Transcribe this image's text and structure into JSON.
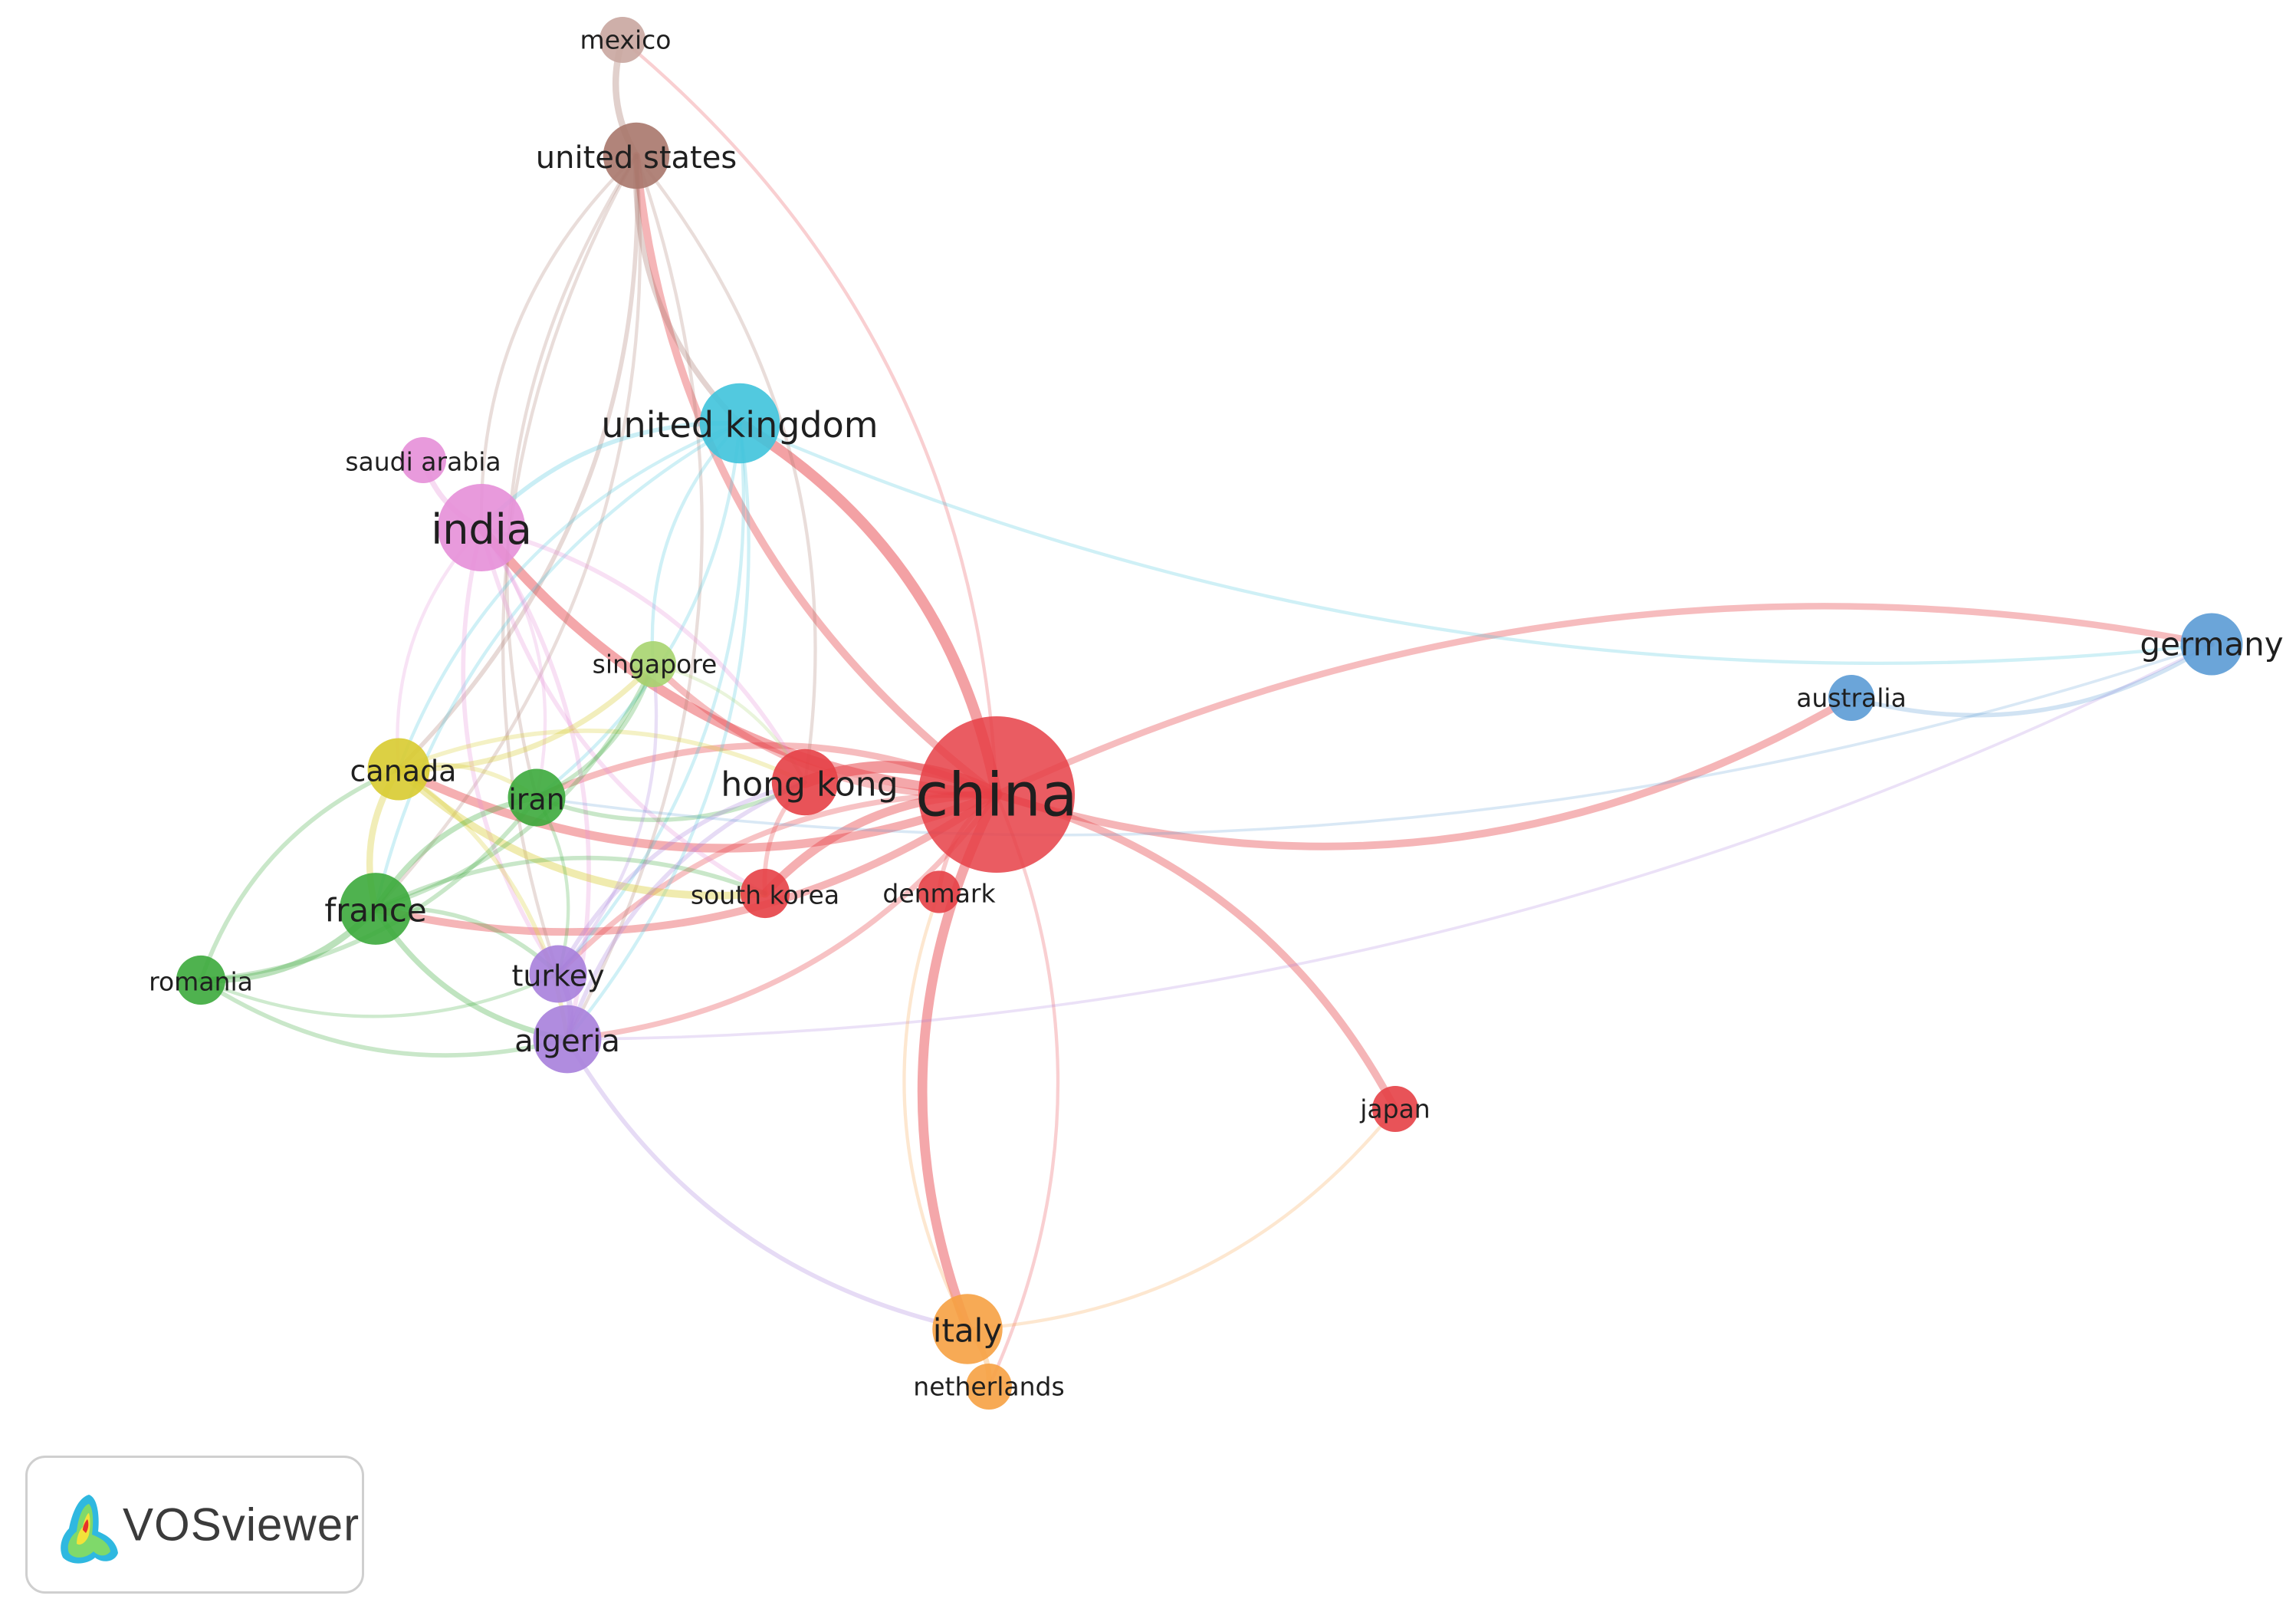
{
  "diagram": {
    "nodes": [
      {
        "id": "china",
        "label": "china",
        "color": "#e64046",
        "weight": 1.0,
        "font": 78
      },
      {
        "id": "india",
        "label": "india",
        "color": "#e58fd8",
        "weight": 0.25,
        "font": 54
      },
      {
        "id": "united_kingdom",
        "label": "united kingdom",
        "color": "#3fc3dc",
        "weight": 0.2,
        "font": 46
      },
      {
        "id": "united_states",
        "label": "united states",
        "color": "#a9776c",
        "weight": 0.12,
        "font": 40
      },
      {
        "id": "mexico",
        "label": "mexico",
        "color": "#c9a6a0",
        "weight": 0.04,
        "font": 33
      },
      {
        "id": "saudi_arabia",
        "label": "saudi arabia",
        "color": "#e58fd8",
        "weight": 0.04,
        "font": 33
      },
      {
        "id": "singapore",
        "label": "singapore",
        "color": "#a7d46f",
        "weight": 0.04,
        "font": 33
      },
      {
        "id": "canada",
        "label": "canada",
        "color": "#d8cb30",
        "weight": 0.1,
        "font": 38
      },
      {
        "id": "iran",
        "label": "iran",
        "color": "#3caa3c",
        "weight": 0.08,
        "font": 38
      },
      {
        "id": "hong_kong",
        "label": "hong kong",
        "color": "#e64046",
        "weight": 0.12,
        "font": 44
      },
      {
        "id": "south_korea",
        "label": "south korea",
        "color": "#e64046",
        "weight": 0.05,
        "font": 33
      },
      {
        "id": "denmark",
        "label": "denmark",
        "color": "#e64046",
        "weight": 0.03,
        "font": 33
      },
      {
        "id": "france",
        "label": "france",
        "color": "#3caa3c",
        "weight": 0.15,
        "font": 42
      },
      {
        "id": "romania",
        "label": "romania",
        "color": "#3caa3c",
        "weight": 0.05,
        "font": 33
      },
      {
        "id": "turkey",
        "label": "turkey",
        "color": "#a77fdb",
        "weight": 0.08,
        "font": 38
      },
      {
        "id": "algeria",
        "label": "algeria",
        "color": "#a77fdb",
        "weight": 0.13,
        "font": 40
      },
      {
        "id": "italy",
        "label": "italy",
        "color": "#f6a142",
        "weight": 0.14,
        "font": 42
      },
      {
        "id": "netherlands",
        "label": "netherlands",
        "color": "#f6a142",
        "weight": 0.04,
        "font": 33
      },
      {
        "id": "japan",
        "label": "japan",
        "color": "#e64046",
        "weight": 0.04,
        "font": 33
      },
      {
        "id": "australia",
        "label": "australia",
        "color": "#5b9bd5",
        "weight": 0.04,
        "font": 33
      },
      {
        "id": "germany",
        "label": "germany",
        "color": "#5b9bd5",
        "weight": 0.1,
        "font": 42
      }
    ],
    "links": [
      {
        "source": "china",
        "target": "united_states",
        "strength": 0.6
      },
      {
        "source": "china",
        "target": "united_kingdom",
        "strength": 0.9
      },
      {
        "source": "china",
        "target": "india",
        "strength": 0.8
      },
      {
        "source": "china",
        "target": "hong_kong",
        "strength": 1.0
      },
      {
        "source": "china",
        "target": "germany",
        "strength": 0.5
      },
      {
        "source": "china",
        "target": "australia",
        "strength": 0.6
      },
      {
        "source": "china",
        "target": "japan",
        "strength": 0.6
      },
      {
        "source": "china",
        "target": "italy",
        "strength": 0.8
      },
      {
        "source": "china",
        "target": "canada",
        "strength": 0.7
      },
      {
        "source": "china",
        "target": "iran",
        "strength": 0.5
      },
      {
        "source": "china",
        "target": "france",
        "strength": 0.6
      },
      {
        "source": "china",
        "target": "turkey",
        "strength": 0.4
      },
      {
        "source": "china",
        "target": "algeria",
        "strength": 0.4
      },
      {
        "source": "china",
        "target": "south_korea",
        "strength": 0.7
      },
      {
        "source": "china",
        "target": "singapore",
        "strength": 0.5
      },
      {
        "source": "china",
        "target": "denmark",
        "strength": 0.3
      },
      {
        "source": "china",
        "target": "netherlands",
        "strength": 0.2
      },
      {
        "source": "china",
        "target": "mexico",
        "strength": 0.2
      },
      {
        "source": "united_states",
        "target": "mexico",
        "strength": 0.5
      },
      {
        "source": "united_states",
        "target": "united_kingdom",
        "strength": 0.4
      },
      {
        "source": "united_states",
        "target": "canada",
        "strength": 0.3
      },
      {
        "source": "united_states",
        "target": "india",
        "strength": 0.2
      },
      {
        "source": "united_states",
        "target": "hong_kong",
        "strength": 0.2
      },
      {
        "source": "united_states",
        "target": "turkey",
        "strength": 0.2
      },
      {
        "source": "united_states",
        "target": "algeria",
        "strength": 0.2
      },
      {
        "source": "united_states",
        "target": "iran",
        "strength": 0.2
      },
      {
        "source": "united_states",
        "target": "france",
        "strength": 0.2
      },
      {
        "source": "united_kingdom",
        "target": "india",
        "strength": 0.3
      },
      {
        "source": "united_kingdom",
        "target": "iran",
        "strength": 0.2
      },
      {
        "source": "united_kingdom",
        "target": "france",
        "strength": 0.2
      },
      {
        "source": "united_kingdom",
        "target": "algeria",
        "strength": 0.2
      },
      {
        "source": "united_kingdom",
        "target": "canada",
        "strength": 0.2
      },
      {
        "source": "united_kingdom",
        "target": "turkey",
        "strength": 0.2
      },
      {
        "source": "united_kingdom",
        "target": "germany",
        "strength": 0.2
      },
      {
        "source": "india",
        "target": "saudi_arabia",
        "strength": 0.4
      },
      {
        "source": "india",
        "target": "turkey",
        "strength": 0.3
      },
      {
        "source": "india",
        "target": "algeria",
        "strength": 0.3
      },
      {
        "source": "india",
        "target": "canada",
        "strength": 0.2
      },
      {
        "source": "india",
        "target": "iran",
        "strength": 0.2
      },
      {
        "source": "india",
        "target": "south_korea",
        "strength": 0.3
      },
      {
        "source": "india",
        "target": "hong_kong",
        "strength": 0.3
      },
      {
        "source": "canada",
        "target": "france",
        "strength": 0.5
      },
      {
        "source": "canada",
        "target": "iran",
        "strength": 0.3
      },
      {
        "source": "canada",
        "target": "singapore",
        "strength": 0.4
      },
      {
        "source": "canada",
        "target": "algeria",
        "strength": 0.3
      },
      {
        "source": "canada",
        "target": "south_korea",
        "strength": 0.6
      },
      {
        "source": "canada",
        "target": "hong_kong",
        "strength": 0.3
      },
      {
        "source": "iran",
        "target": "france",
        "strength": 0.4
      },
      {
        "source": "iran",
        "target": "romania",
        "strength": 0.3
      },
      {
        "source": "iran",
        "target": "singapore",
        "strength": 0.3
      },
      {
        "source": "iran",
        "target": "turkey",
        "strength": 0.2
      },
      {
        "source": "iran",
        "target": "hong_kong",
        "strength": 0.3
      },
      {
        "source": "france",
        "target": "romania",
        "strength": 0.5
      },
      {
        "source": "france",
        "target": "algeria",
        "strength": 0.4
      },
      {
        "source": "france",
        "target": "turkey",
        "strength": 0.3
      },
      {
        "source": "france",
        "target": "singapore",
        "strength": 0.3
      },
      {
        "source": "france",
        "target": "south_korea",
        "strength": 0.3
      },
      {
        "source": "romania",
        "target": "algeria",
        "strength": 0.3
      },
      {
        "source": "romania",
        "target": "canada",
        "strength": 0.3
      },
      {
        "source": "romania",
        "target": "turkey",
        "strength": 0.2
      },
      {
        "source": "turkey",
        "target": "algeria",
        "strength": 0.4
      },
      {
        "source": "turkey",
        "target": "singapore",
        "strength": 0.2
      },
      {
        "source": "turkey",
        "target": "hong_kong",
        "strength": 0.3
      },
      {
        "source": "algeria",
        "target": "italy",
        "strength": 0.3
      },
      {
        "source": "algeria",
        "target": "hong_kong",
        "strength": 0.3
      },
      {
        "source": "algeria",
        "target": "germany",
        "strength": 0.15
      },
      {
        "source": "italy",
        "target": "netherlands",
        "strength": 0.4
      },
      {
        "source": "italy",
        "target": "japan",
        "strength": 0.2
      },
      {
        "source": "italy",
        "target": "denmark",
        "strength": 0.2
      },
      {
        "source": "australia",
        "target": "germany",
        "strength": 0.3
      },
      {
        "source": "germany",
        "target": "iran",
        "strength": 0.15
      },
      {
        "source": "hong_kong",
        "target": "south_korea",
        "strength": 0.3
      },
      {
        "source": "singapore",
        "target": "hong_kong",
        "strength": 0.2
      },
      {
        "source": "united_kingdom",
        "target": "singapore",
        "strength": 0.2
      }
    ]
  },
  "logo": {
    "text": "VOSviewer",
    "icon": "vosviewer-density-logo-icon"
  }
}
